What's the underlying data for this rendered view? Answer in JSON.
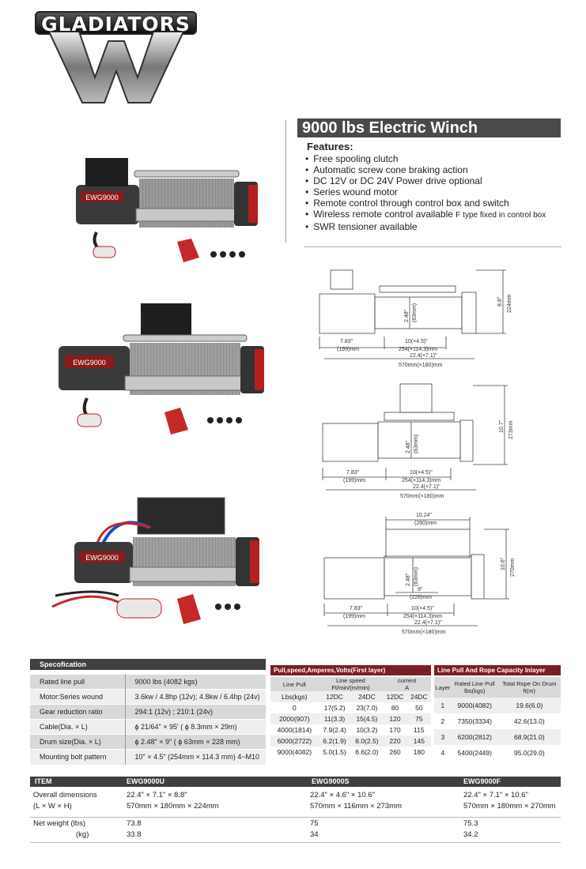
{
  "logo": {
    "brand": "GLADIATORS"
  },
  "title": "9000 lbs Electric Winch",
  "features_label": "Features",
  "features": [
    "Free spooling clutch",
    "Automatic screw cone braking action",
    "DC 12V or DC 24V Power drive optional",
    "Series wound motor",
    "Remote control through control box and switch",
    "Wireless remote control available",
    "SWR tensioner available"
  ],
  "features_wireless_note": "F type fixed in control box",
  "winch_label": "EWG9000",
  "drawings": [
    {
      "height_in": "8.8\"",
      "height_mm": "224mm",
      "drum_dia_in": "2.48\"",
      "drum_dia_mm": "(63mm)",
      "left_in": "7.83\"",
      "left_mm": "(199)mm",
      "bolt_in": "10(×4.5)\"",
      "bolt_mm": "254(×114.3)mm",
      "len_in": "22.4(×7.1)\"",
      "len_mm": "570mm(×180)mm"
    },
    {
      "height_in": "10.7\"",
      "height_mm": "273mm",
      "drum_dia_in": "2.48\"",
      "drum_dia_mm": "(63mm)",
      "left_in": "7.83\"",
      "left_mm": "(199)mm",
      "bolt_in": "10(×4.5)\"",
      "bolt_mm": "254(×114.3)mm",
      "len_in": "22.4(×7.1)\"",
      "len_mm": "570mm(×180)mm"
    },
    {
      "top_in": "10.24\"",
      "top_mm": "(260)mm",
      "height_in": "10.6\"",
      "height_mm": "270mm",
      "drum_dia_in": "2.48\"",
      "drum_dia_mm": "(63mm)",
      "drum_len_in": "9\"",
      "drum_len_mm": "(228)mm",
      "left_in": "7.83\"",
      "left_mm": "(199)mm",
      "bolt_in": "10(×4.5)\"",
      "bolt_mm": "254(×114.3)mm",
      "len_in": "22.4(×7.1)\"",
      "len_mm": "570mm(×180)mm"
    }
  ],
  "spec": {
    "title": "Specofication",
    "rows": [
      {
        "label": "Rated line pull",
        "value": "9000 lbs (4082 kgs)"
      },
      {
        "label": "Motor:Series wound",
        "value": "3.6kw / 4.8hp (12v); 4.8kw / 6.4hp (24v)"
      },
      {
        "label": "Gear reduction ratio",
        "value": "294:1 (12v) ;  210:1 (24v)"
      },
      {
        "label": "Cable(Dia. × L)",
        "value": "ϕ 21/64\" × 95' ( ϕ 8.3mm × 29m)"
      },
      {
        "label": "Drum size(Dia. × L)",
        "value": "ϕ 2.48\" × 9\" ( ϕ 63mm × 228 mm)"
      },
      {
        "label": "Mounting bolt pattern",
        "value": "10\" × 4.5\" (254mm × 114.3 mm) 4−M10"
      }
    ]
  },
  "pull": {
    "title": "Pull,speed,Amperes,Volts(First layer)",
    "h_line_pull": "Line Pull",
    "h_line_speed": "Line speed",
    "h_line_speed_unit": "Ft/min/(m/min)",
    "h_current": "current",
    "h_current_unit": "A",
    "h_lbs": "Lbs(kgs)",
    "h_12dc": "12DC",
    "h_24dc": "24DC",
    "h_12dc_b": "12DC",
    "h_24dc_b": "24DC",
    "rows": [
      [
        "0",
        "17(5.2)",
        "23(7.0)",
        "80",
        "50"
      ],
      [
        "2000(907)",
        "11(3.3)",
        "15(4.5)",
        "120",
        "75"
      ],
      [
        "4000(1814)",
        "7.9(2.4)",
        "10(3.2)",
        "170",
        "115"
      ],
      [
        "6000(2722)",
        "6.2(1.9)",
        "8.0(2.5)",
        "220",
        "145"
      ],
      [
        "9000(4082)",
        "5.0(1.5)",
        "6.6(2.0)",
        "260",
        "180"
      ]
    ]
  },
  "capacity": {
    "title": "Line Pull And Rope Capacity Inlayer",
    "h_layer": "Layer",
    "h_rated": "Rated Line Pull",
    "h_rated_unit": "lbs(kgs)",
    "h_total": "Total Rope On Drum",
    "h_total_unit": "ft(m)",
    "rows": [
      [
        "1",
        "9000(4082)",
        "19.6(6.0)"
      ],
      [
        "2",
        "7350(3334)",
        "42.6(13.0)"
      ],
      [
        "3",
        "6200(2812)",
        "68.9(21.0)"
      ],
      [
        "4",
        "5400(2449)",
        "95.0(29.0)"
      ]
    ]
  },
  "models": {
    "h_item": "ITEM",
    "h_u": "EWG9000U",
    "h_s": "EWG9000S",
    "h_f": "EWG9000F",
    "dim_label": "Overall  dimensions",
    "dim_label2": "(L × W × H)",
    "u_dim_in": "22.4\" × 7.1\" × 8.8\"",
    "u_dim_mm": "570mm × 180mm × 224mm",
    "s_dim_in": "22.4\" × 4.6\" × 10.6\"",
    "s_dim_mm": "570mm × 116mm × 273mm",
    "f_dim_in": "22.4\" × 7.1\" × 10.6\"",
    "f_dim_mm": "570mm × 180mm × 270mm",
    "wt_label": "Net weight   (lbs)",
    "wt_label2": "(kg)",
    "u_lbs": "73.8",
    "u_kg": "33.8",
    "s_lbs": "75",
    "s_kg": "34",
    "f_lbs": "75.3",
    "f_kg": "34.2"
  }
}
